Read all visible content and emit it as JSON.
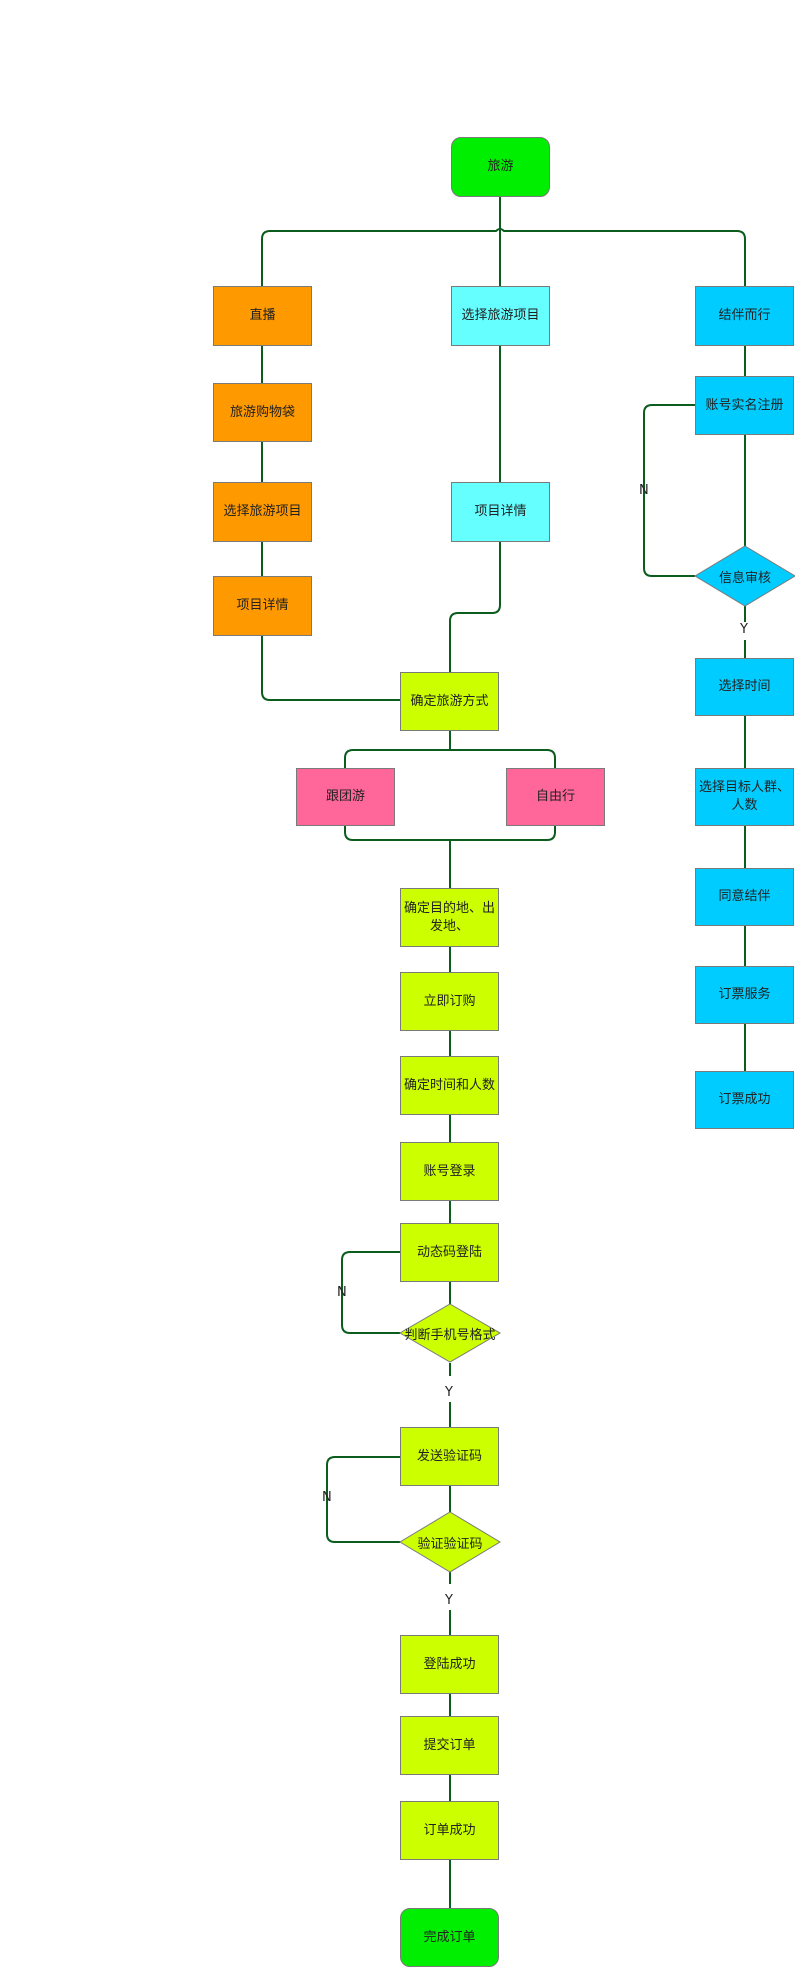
{
  "colors": {
    "start": "#00ee00",
    "live_branch": "#ff9900",
    "select_branch": "#66ffff",
    "partner_branch": "#00ccff",
    "tour_type": "#ff6699",
    "main_flow": "#ccff00",
    "connector": "#0b5d1e"
  },
  "nodes": {
    "travel": "旅游",
    "live": "直播",
    "shopping_bag": "旅游购物袋",
    "select_project_left": "选择旅游项目",
    "detail_left": "项目详情",
    "select_project_mid": "选择旅游项目",
    "detail_mid": "项目详情",
    "partner": "结伴而行",
    "realname": "账号实名注册",
    "info_review": "信息审核",
    "select_time": "选择时间",
    "select_target": "选择目标人群、人数",
    "agree_partner": "同意结伴",
    "ticket_service": "订票服务",
    "ticket_success": "订票成功",
    "confirm_mode": "确定旅游方式",
    "group_tour": "跟团游",
    "free_travel": "自由行",
    "confirm_dest": "确定目的地、出发地、",
    "buy_now": "立即订购",
    "confirm_time_people": "确定时间和人数",
    "account_login": "账号登录",
    "dynamic_login": "动态码登陆",
    "check_phone": "判断手机号格式",
    "send_code": "发送验证码",
    "verify_code": "验证验证码",
    "login_success": "登陆成功",
    "submit_order": "提交订单",
    "order_success": "订单成功",
    "finish_order": "完成订单"
  },
  "labels": {
    "yes": "Y",
    "no": "N"
  }
}
